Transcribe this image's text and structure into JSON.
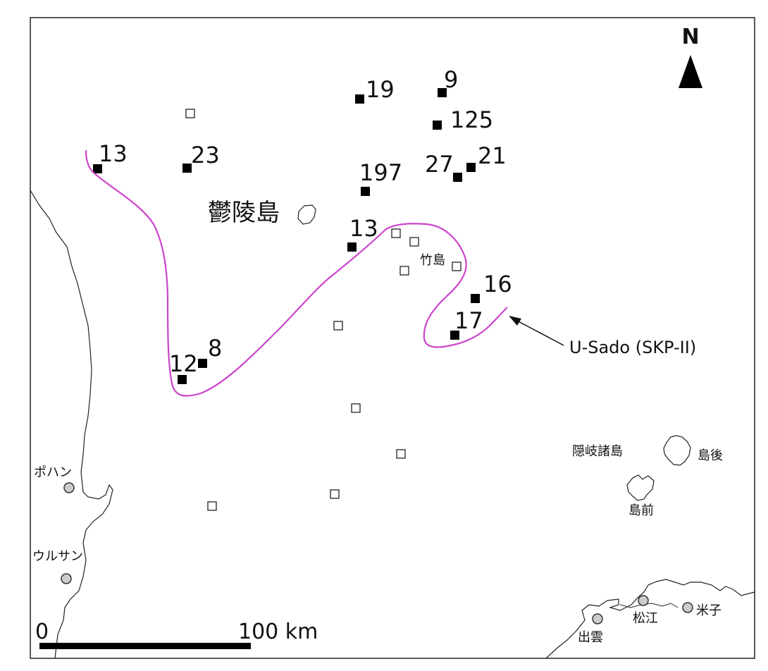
{
  "north_label": "N",
  "island_label": "鬱陵島",
  "take_label": "竹島",
  "oki_label": "隠岐諸島",
  "dogo_label": "島後",
  "dozen_label": "島前",
  "curve_label": "U-Sado (SKP-II)",
  "curve_color": "#cc44cc",
  "scale": {
    "start": "0",
    "end": "100 km"
  },
  "cities": {
    "pohang": "ポハン",
    "ulsan": "ウルサン",
    "matsue": "松江",
    "yonago": "米子",
    "izumo": "出雲"
  },
  "stations": {
    "s1": "13",
    "s2": "23",
    "s3": "19",
    "s4": "9",
    "s5": "125",
    "s6": "27",
    "s7": "21",
    "s8": "197",
    "s9": "13",
    "s10": "16",
    "s11": "17",
    "s12": "8",
    "s13": "12"
  }
}
